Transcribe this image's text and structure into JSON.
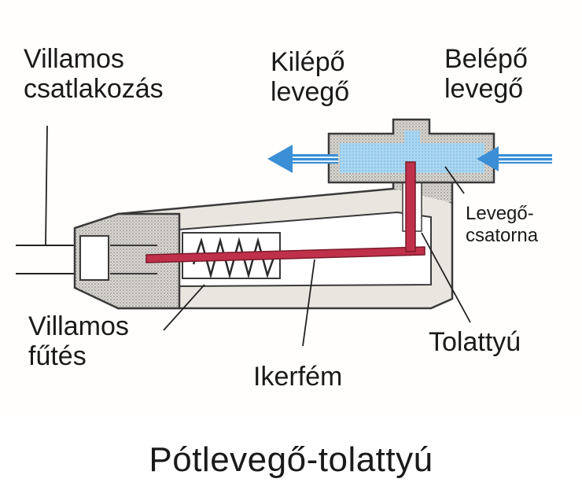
{
  "labels": {
    "electrical_connection": [
      "Villamos",
      "csatlakozás"
    ],
    "outlet_air": [
      "Kilépő",
      "levegő"
    ],
    "inlet_air": [
      "Belépő",
      "levegő"
    ],
    "air_channel": [
      "Levegő-",
      "csatorna"
    ],
    "electric_heating": [
      "Villamos",
      "fűtés"
    ],
    "bimetal": "Ikerfém",
    "slide_valve": "Tolattyú"
  },
  "caption": "Pótlevegő-tolattyú",
  "colors": {
    "housing_fill": "#e9e6df",
    "housing_stroke": "#3a3a3a",
    "air_blue": "#9fd0ee",
    "arrow_blue": "#3b8fd6",
    "bimetal_red": "#c0304a",
    "hatch": "#9a9a9a"
  }
}
